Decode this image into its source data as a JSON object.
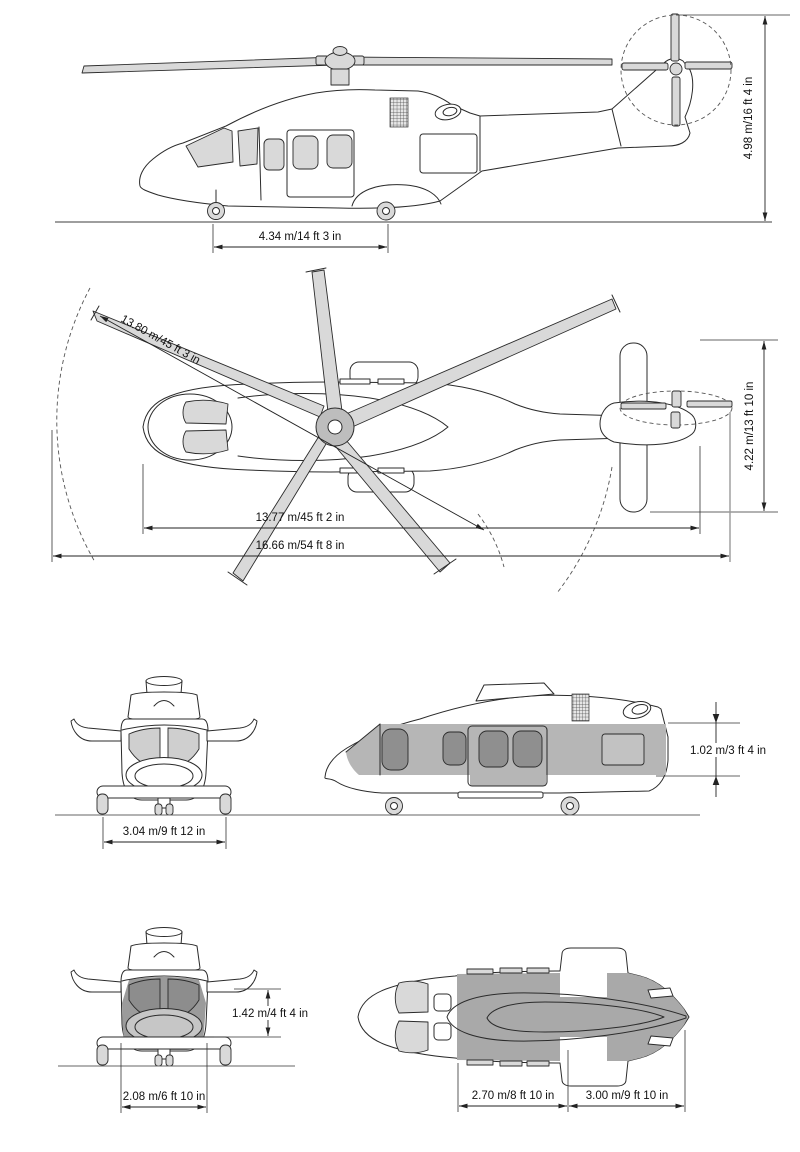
{
  "colors": {
    "outline": "#2b2b2b",
    "light_gray_fill": "#d9d9d9",
    "mid_gray_fill": "#b6b6b6",
    "dark_gray_fill": "#8f8f8f",
    "cabin_shade": "#a9a9a9",
    "ground_line": "#9e9e9e",
    "dimension_text": "#111111"
  },
  "views": {
    "side_profile": {
      "dims": {
        "overall_height": "4.98 m/16 ft 4 in",
        "wheelbase": "4.34 m/14 ft 3 in"
      }
    },
    "top_plan": {
      "dims": {
        "main_rotor_diameter": "13.80 m/45 ft 3 in",
        "stabilizer_span": "4.22 m/13 ft 10 in",
        "fuselage_length": "13.77 m/45 ft 2 in",
        "overall_length": "16.66 m/54 ft 8 in"
      }
    },
    "front": {
      "dims": {
        "wheel_track": "3.04 m/9 ft 12 in"
      }
    },
    "cabin_side": {
      "dims": {
        "cabin_section_height": "1.02 m/3 ft 4 in"
      }
    },
    "cabin_front": {
      "dims": {
        "cabin_height": "1.42 m/4 ft 4 in",
        "cabin_width": "2.08 m/6 ft 10 in"
      }
    },
    "cabin_plan": {
      "dims": {
        "cabin_length": "2.70 m/8 ft 10 in",
        "rear_section_length": "3.00 m/9 ft 10 in"
      }
    }
  }
}
